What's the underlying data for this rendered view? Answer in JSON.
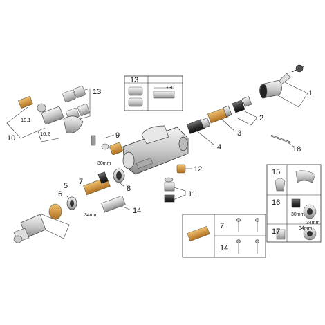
{
  "parts": {
    "p1": "1",
    "p2": "2",
    "p3": "3",
    "p4": "4",
    "p5": "5",
    "p6": "6",
    "p7": "7",
    "p8": "8",
    "p9": "9",
    "p10": "10",
    "p10_1": "10.1",
    "p10_2": "10.2",
    "p11": "11",
    "p12": "12",
    "p13": "13",
    "p14": "14",
    "p18": "18"
  },
  "dims": {
    "d30mm": "30mm",
    "d34mm": "34mm",
    "plus30": "+30"
  },
  "inset_top": {
    "number": "13",
    "dim": "+30"
  },
  "inset_right": {
    "n15": "15",
    "n16": "16",
    "n17": "17",
    "d30": "30mm",
    "d34a": "34mm",
    "d34b": "34mm"
  },
  "inset_bottom": {
    "n7": "7",
    "n14": "14"
  }
}
